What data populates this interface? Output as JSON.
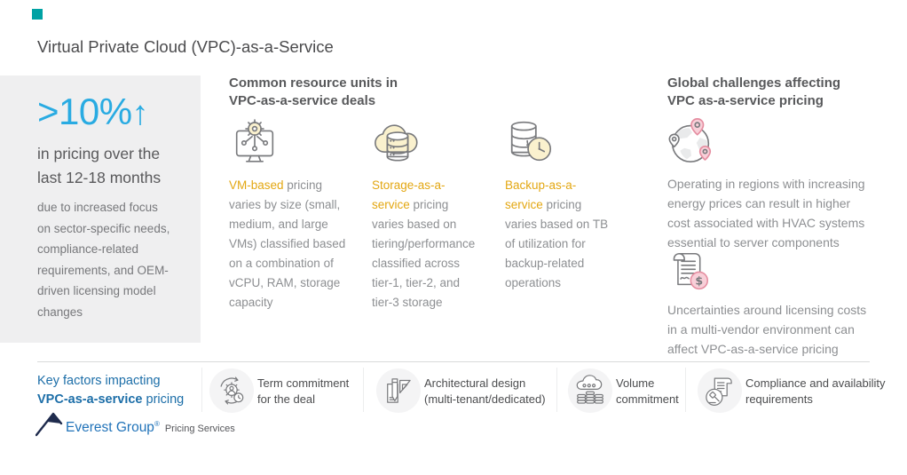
{
  "page": {
    "title": "Virtual Private Cloud (VPC)-as-a-Service"
  },
  "stat_panel": {
    "stat": ">10%",
    "arrow": "↑",
    "subtitle": "in pricing over the last 12-18 months",
    "description": "due to increased focus on sector-specific needs, compliance-related requirements, and OEM-driven licensing model changes"
  },
  "resources": {
    "heading": "Common resource units in VPC-as-a-service deals",
    "items": [
      {
        "icon": "vm-monitor-gear-icon",
        "highlight": "VM-based",
        "text": "pricing varies by size (small, medium, and large VMs) classified based on a combination of vCPU, RAM, storage capacity"
      },
      {
        "icon": "storage-cloud-database-icon",
        "highlight": "Storage-as-a-service",
        "text": "pricing varies based on tiering/performance classified across tier-1, tier-2, and tier-3 storage"
      },
      {
        "icon": "backup-database-clock-icon",
        "highlight": "Backup-as-a-service",
        "text": "pricing varies based on TB of utilization for backup-related operations"
      }
    ]
  },
  "challenges": {
    "heading": "Global challenges affecting VPC as-a-service pricing",
    "items": [
      {
        "icon": "globe-location-pins-icon",
        "text": "Operating in regions with increasing energy prices can result in higher cost associated with HVAC systems essential to server components"
      },
      {
        "icon": "license-scroll-dollar-icon",
        "text": "Uncertainties around licensing costs in a multi-vendor environment can affect VPC-as-a-service pricing"
      }
    ]
  },
  "key_factors": {
    "line1": "Key factors impacting",
    "bold": "VPC-as-a-service",
    "suffix": " pricing",
    "items": [
      {
        "icon": "term-commitment-gear-clock-icon",
        "label": "Term commitment for the deal"
      },
      {
        "icon": "architecture-blueprint-icon",
        "label": "Architectural design (multi-tenant/dedicated)"
      },
      {
        "icon": "volume-cloud-coins-icon",
        "label": "Volume commitment"
      },
      {
        "icon": "compliance-gavel-document-icon",
        "label": "Compliance and availability requirements"
      }
    ]
  },
  "brand": {
    "name": "Everest Group",
    "reg": "®",
    "services": "Pricing Services"
  },
  "colors": {
    "teal_accent": "#00A2A4",
    "stat_blue": "#29ABE2",
    "highlight_gold": "#E3A712",
    "key_factors_blue": "#1C6EA8",
    "brand_blue": "#2173B9",
    "pin_pink": "#F8CFD8",
    "panel_gray": "#EFEFF0"
  }
}
